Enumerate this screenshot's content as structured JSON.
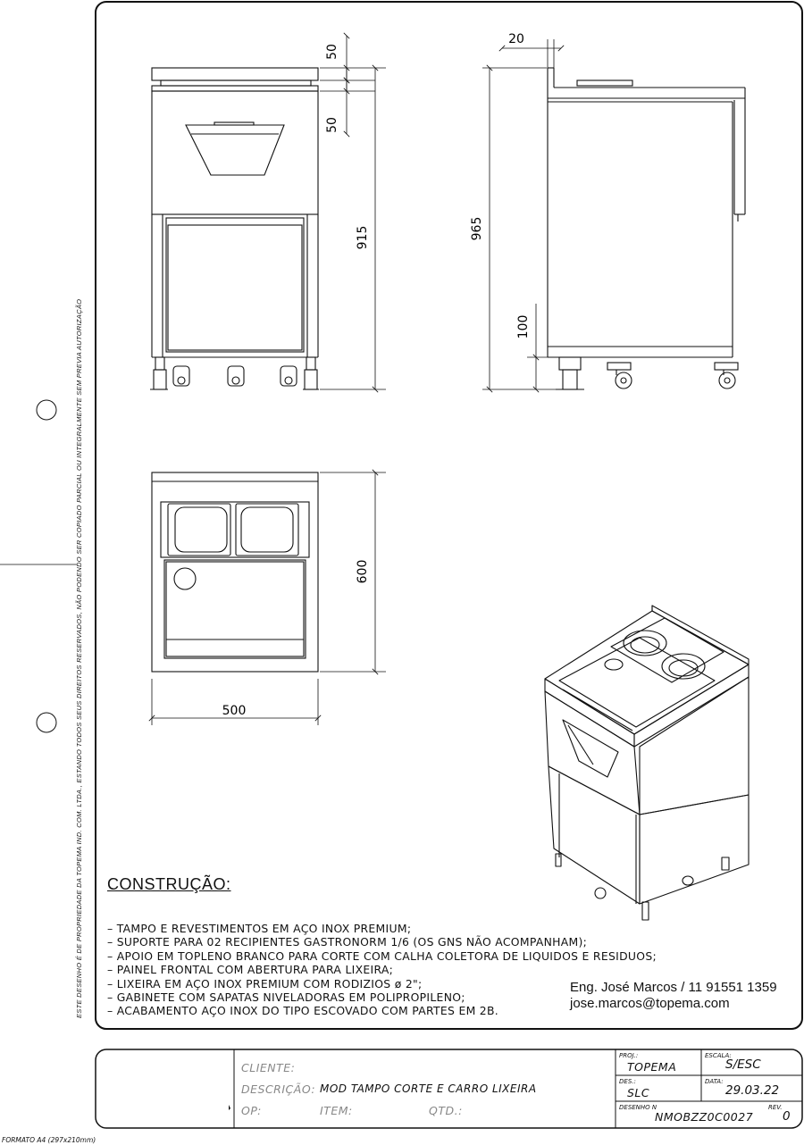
{
  "dimensions": {
    "top_a": "50",
    "top_b": "50",
    "front_height": "915",
    "side_total": "965",
    "side_base": "100",
    "side_top": "20",
    "plan_depth": "600",
    "plan_width": "500"
  },
  "construcao": {
    "title": "CONSTRUÇÃO:",
    "items": [
      "– TAMPO E REVESTIMENTOS EM AÇO INOX PREMIUM;",
      "– SUPORTE PARA 02 RECIPIENTES GASTRONORM 1/6 (OS GNS NÃO ACOMPANHAM);",
      "– APOIO EM TOPLENO BRANCO PARA CORTE COM CALHA COLETORA DE LIQUIDOS E RESIDUOS;",
      "– PAINEL FRONTAL COM ABERTURA PARA LIXEIRA;",
      "– LIXEIRA EM AÇO INOX PREMIUM COM RODIZIOS ø 2\";",
      "– GABINETE COM SAPATAS NIVELADORAS EM POLIPROPILENO;",
      "– ACABAMENTO AÇO INOX DO TIPO ESCOVADO COM PARTES EM 2B."
    ]
  },
  "contact": {
    "name_phone": "Eng. José Marcos / 11 91551 1359",
    "email": "jose.marcos@topema.com"
  },
  "side_note": "ESTE DESENHO É DE PROPRIEDADE DA TOPEMA IND. COM. LTDA., ESTANDO TODOS SEUS DIREITOS RESERVADOS, NÃO PODENDO SER COPIADO PARCIAL OU INTEGRALMENTE SEM PREVIA AUTORIZAÇÃO",
  "format_note": "FORMATO A4 (297x210mm)",
  "title_block": {
    "cliente_label": "CLIENTE:",
    "descricao_label": "DESCRIÇÃO:",
    "descricao_value": "MOD TAMPO CORTE E CARRO LIXEIRA",
    "op_label": "OP:",
    "item_label": "ITEM:",
    "qtd_label": "QTD.:",
    "proj_label": "PROJ.:",
    "proj_value": "TOPEMA",
    "escala_label": "ESCALA:",
    "escala_value": "S/ESC",
    "des_label": "DES.:",
    "des_value": "SLC",
    "data_label": "DATA:",
    "data_value": "29.03.22",
    "desenho_label": "DESENHO N",
    "desenho_value": "NMOBZZ0C0027",
    "rev_label": "REV.",
    "rev_value": "0"
  }
}
